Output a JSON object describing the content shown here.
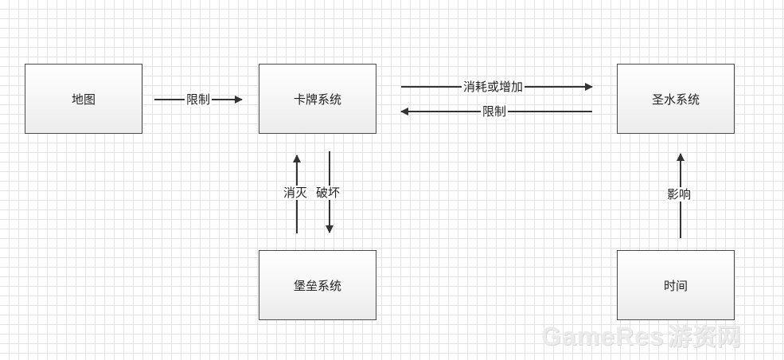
{
  "nodes": {
    "map": "地图",
    "card_system": "卡牌系统",
    "holy_water_system": "圣水系统",
    "fortress_system": "堡垒系统",
    "time": "时间"
  },
  "edges": {
    "map_to_card": "限制",
    "card_to_holy_water": "消耗或增加",
    "holy_water_to_card": "限制",
    "fortress_to_card": "消灭",
    "card_to_fortress": "破坏",
    "time_to_holy_water": "影响"
  },
  "colors": {
    "arrow": "#333333",
    "node_border": "#4a4a4a",
    "grid": "#e3e3e3"
  },
  "watermark": {
    "latin": "GameRes",
    "cn": "游资网"
  }
}
